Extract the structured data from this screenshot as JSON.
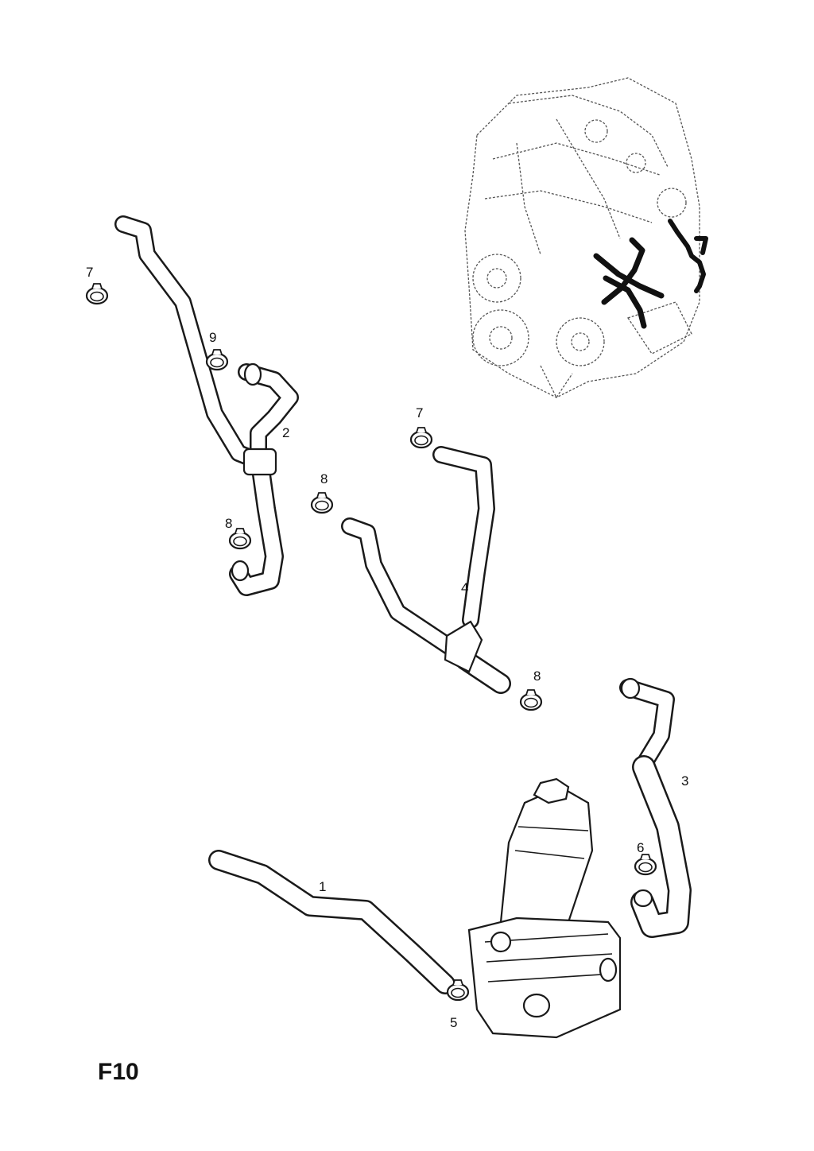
{
  "figure_code": "F10",
  "callouts": [
    "1",
    "2",
    "3",
    "4",
    "5",
    "6",
    "7",
    "8",
    "9"
  ],
  "labels": {
    "p1": "1",
    "p2": "2",
    "p3": "3",
    "p4": "4",
    "p5": "5",
    "p6": "6",
    "p7a": "7",
    "p7b": "7",
    "p8a": "8",
    "p8b": "8",
    "p8c": "8",
    "p9": "9"
  },
  "colors": {
    "line": "#1a1a1a",
    "background": "#ffffff",
    "highlight": "#111111"
  }
}
